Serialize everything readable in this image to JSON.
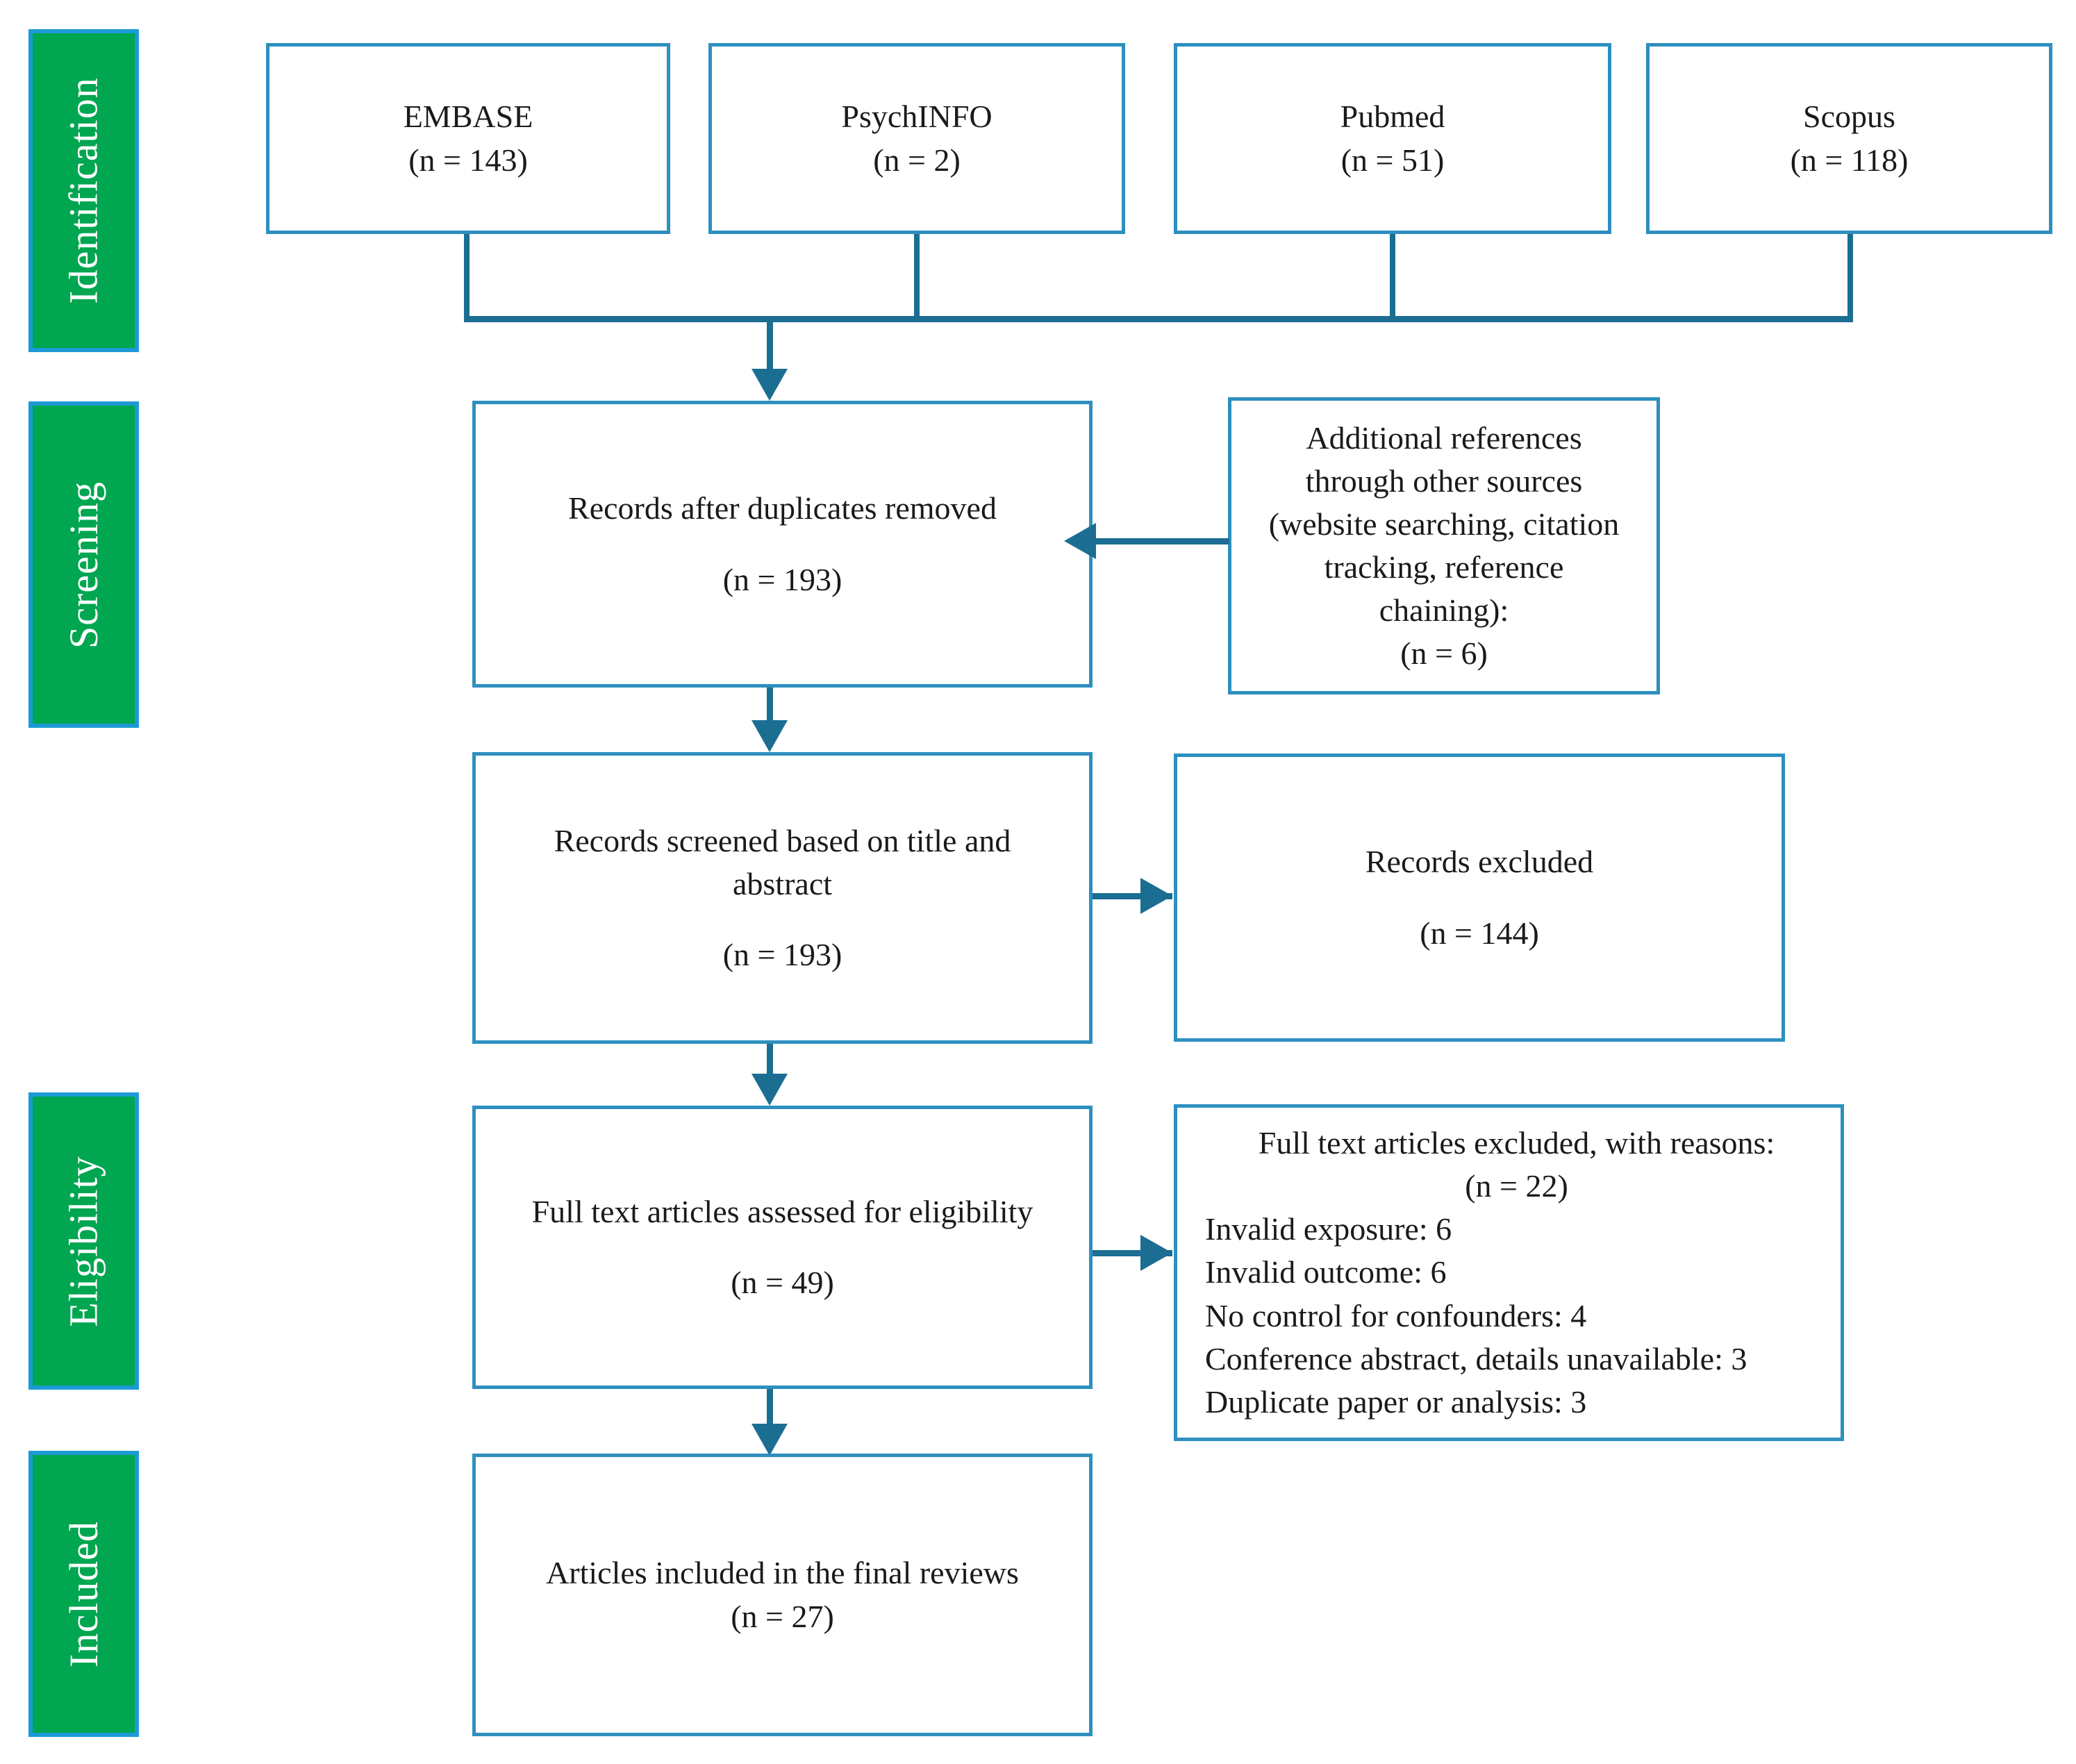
{
  "diagram": {
    "type": "prisma-flow-diagram",
    "accent_green": "#00A650",
    "accent_green_border": "#1C9AD6",
    "box_border": "#2E8FC0",
    "connector_color": "#1B6E92"
  },
  "phases": [
    {
      "id": "identification",
      "label": "Identification"
    },
    {
      "id": "screening",
      "label": "Screening"
    },
    {
      "id": "eligibility",
      "label": "Eligibility"
    },
    {
      "id": "included",
      "label": "Included"
    }
  ],
  "sources": [
    {
      "id": "embase",
      "name": "EMBASE",
      "count": "(n = 143)"
    },
    {
      "id": "psychinfo",
      "name": "PsychINFO",
      "count": "(n = 2)"
    },
    {
      "id": "pubmed",
      "name": "Pubmed",
      "count": "(n = 51)"
    },
    {
      "id": "scopus",
      "name": "Scopus",
      "count": "(n = 118)"
    }
  ],
  "boxes": {
    "duplicates_removed": {
      "title": "Records after duplicates removed",
      "count": "(n = 193)"
    },
    "additional_references": {
      "line1": "Additional references",
      "line2": "through other sources",
      "line3": "(website searching, citation",
      "line4": "tracking, reference",
      "line5": "chaining):",
      "count": "(n = 6)"
    },
    "records_screened": {
      "title_line1": "Records screened based on title and",
      "title_line2": "abstract",
      "count": "(n = 193)"
    },
    "records_excluded": {
      "title": "Records excluded",
      "count": "(n = 144)"
    },
    "full_text_assessed": {
      "title": "Full text articles assessed for eligibility",
      "count": "(n = 49)"
    },
    "full_text_excluded": {
      "title": "Full text articles excluded, with reasons:",
      "count": "(n = 22)",
      "reasons": [
        "Invalid exposure: 6",
        "Invalid outcome: 6",
        "No control for confounders: 4",
        "Conference abstract, details unavailable: 3",
        "Duplicate paper or analysis: 3"
      ]
    },
    "articles_included": {
      "title": "Articles included in the final reviews",
      "count": "(n = 27)"
    }
  },
  "chart_data": {
    "type": "diagram",
    "title": "PRISMA flow diagram",
    "stages": [
      {
        "stage": "Identification",
        "nodes": [
          {
            "label": "EMBASE",
            "n": 143
          },
          {
            "label": "PsychINFO",
            "n": 2
          },
          {
            "label": "Pubmed",
            "n": 51
          },
          {
            "label": "Scopus",
            "n": 118
          }
        ]
      },
      {
        "stage": "Screening",
        "nodes": [
          {
            "label": "Records after duplicates removed",
            "n": 193
          },
          {
            "label": "Additional references through other sources (website searching, citation tracking, reference chaining)",
            "n": 6
          },
          {
            "label": "Records screened based on title and abstract",
            "n": 193
          },
          {
            "label": "Records excluded",
            "n": 144
          }
        ]
      },
      {
        "stage": "Eligibility",
        "nodes": [
          {
            "label": "Full text articles assessed for eligibility",
            "n": 49
          },
          {
            "label": "Full text articles excluded, with reasons",
            "n": 22,
            "breakdown": [
              {
                "reason": "Invalid exposure",
                "n": 6
              },
              {
                "reason": "Invalid outcome",
                "n": 6
              },
              {
                "reason": "No control for confounders",
                "n": 4
              },
              {
                "reason": "Conference abstract, details unavailable",
                "n": 3
              },
              {
                "reason": "Duplicate paper or analysis",
                "n": 3
              }
            ]
          }
        ]
      },
      {
        "stage": "Included",
        "nodes": [
          {
            "label": "Articles included in the final reviews",
            "n": 27
          }
        ]
      }
    ]
  }
}
